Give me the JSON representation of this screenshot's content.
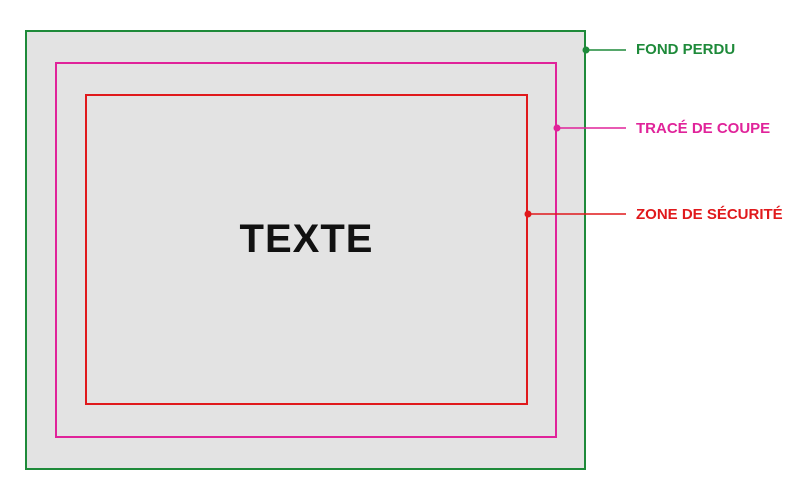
{
  "center_text": "TEXTE",
  "callouts": [
    {
      "id": "bleed",
      "label": "FOND PERDU",
      "color": "#1e8a3a"
    },
    {
      "id": "trim",
      "label": "TRACÉ DE COUPE",
      "color": "#e0239a"
    },
    {
      "id": "safe",
      "label": "ZONE DE SÉCURITÉ",
      "color": "#e0191c"
    }
  ]
}
